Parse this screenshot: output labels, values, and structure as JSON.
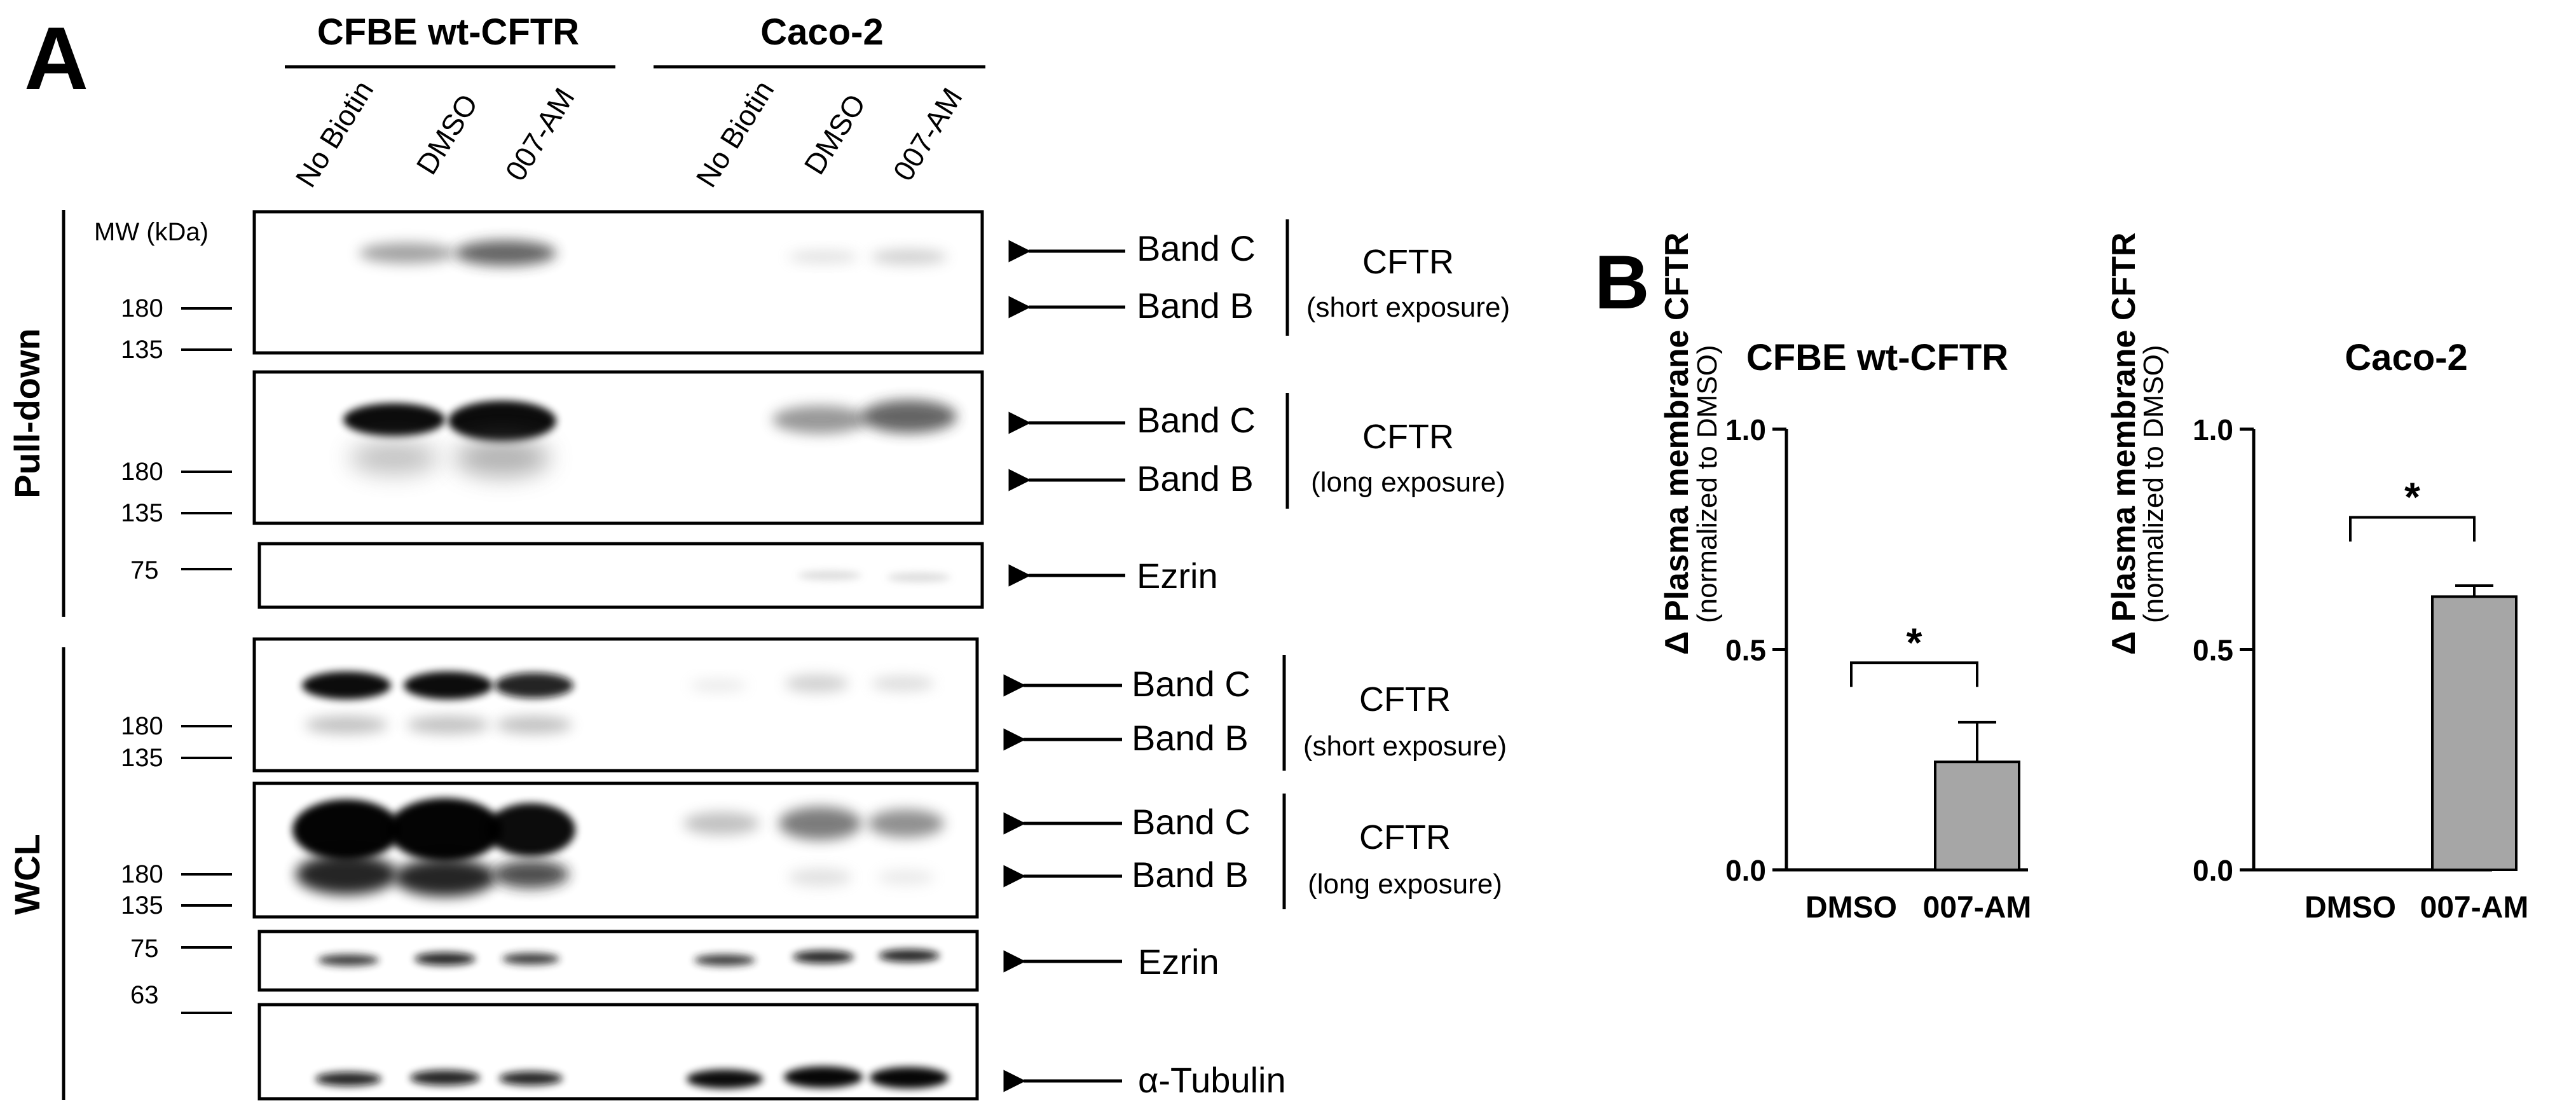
{
  "panel_a": {
    "label": "A",
    "groups": [
      {
        "name": "CFBE wt-CFTR",
        "lanes": [
          "No Biotin",
          "DMSO",
          "007-AM"
        ]
      },
      {
        "name": "Caco-2",
        "lanes": [
          "No Biotin",
          "DMSO",
          "007-AM"
        ]
      }
    ],
    "mw_header": "MW (kDa)",
    "sections": [
      {
        "name": "Pull-down"
      },
      {
        "name": "WCL"
      }
    ],
    "blots": [
      {
        "mw": [
          "180",
          "135"
        ],
        "arrows": [
          "Band C",
          "Band B"
        ],
        "protein": "CFTR",
        "exposure": "(short exposure)"
      },
      {
        "mw": [
          "180",
          "135"
        ],
        "arrows": [
          "Band C",
          "Band B"
        ],
        "protein": "CFTR",
        "exposure": "(long exposure)"
      },
      {
        "mw": [
          "75"
        ],
        "arrows": [
          "Ezrin"
        ]
      },
      {
        "mw": [
          "180",
          "135"
        ],
        "arrows": [
          "Band C",
          "Band B"
        ],
        "protein": "CFTR",
        "exposure": "(short exposure)"
      },
      {
        "mw": [
          "180",
          "135"
        ],
        "arrows": [
          "Band C",
          "Band B"
        ],
        "protein": "CFTR",
        "exposure": "(long exposure)"
      },
      {
        "mw": [
          "75"
        ],
        "arrows": [
          "Ezrin"
        ]
      },
      {
        "mw": [
          "63"
        ],
        "arrows": [
          "α-Tubulin"
        ]
      }
    ]
  },
  "panel_b": {
    "label": "B",
    "ylabel_main": "Δ Plasma membrane CFTR",
    "ylabel_sub": "(normalized to DMSO)",
    "significance": "*"
  },
  "chart_data": [
    {
      "type": "bar",
      "title": "CFBE wt-CFTR",
      "categories": [
        "DMSO",
        "007-AM"
      ],
      "values": [
        0,
        0.245
      ],
      "error": [
        0,
        0.09
      ],
      "ylim": [
        0,
        1.0
      ],
      "yticks": [
        "0.0",
        "0.5",
        "1.0"
      ],
      "ylabel": "Δ Plasma membrane CFTR (normalized to DMSO)",
      "bar_color": "#a6a6a6"
    },
    {
      "type": "bar",
      "title": "Caco-2",
      "categories": [
        "DMSO",
        "007-AM"
      ],
      "values": [
        0,
        0.62
      ],
      "error": [
        0,
        0.025
      ],
      "ylim": [
        0,
        1.0
      ],
      "yticks": [
        "0.0",
        "0.5",
        "1.0"
      ],
      "ylabel": "Δ Plasma membrane CFTR (normalized to DMSO)",
      "bar_color": "#a6a6a6"
    }
  ]
}
